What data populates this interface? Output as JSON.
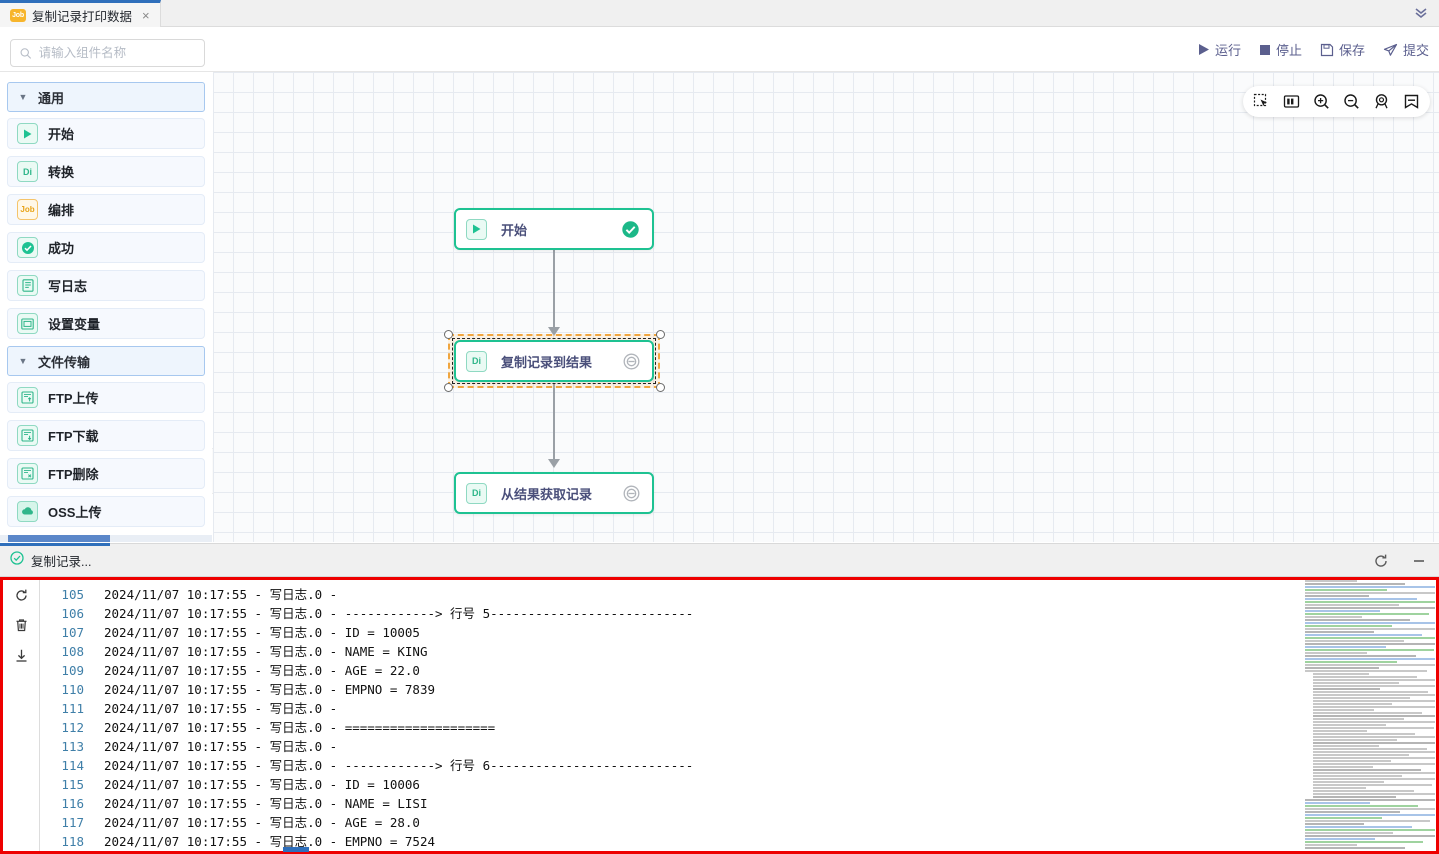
{
  "tab": {
    "badge": "Job",
    "title": "复制记录打印数据",
    "close": "×",
    "collapse_icon": "chevron-double-down"
  },
  "toolbar": {
    "run": "运行",
    "stop": "停止",
    "save": "保存",
    "submit": "提交",
    "accent": "#5b5f8e"
  },
  "search": {
    "placeholder": "请输入组件名称",
    "value": ""
  },
  "palette": {
    "groups": [
      {
        "label": "通用",
        "items": [
          {
            "label": "开始",
            "icon": "play-icon",
            "icon_text": ""
          },
          {
            "label": "转换",
            "icon": "di-icon",
            "icon_text": "Di"
          },
          {
            "label": "编排",
            "icon": "job-icon",
            "icon_text": "Job"
          },
          {
            "label": "成功",
            "icon": "check-circle-icon",
            "icon_text": ""
          },
          {
            "label": "写日志",
            "icon": "log-icon",
            "icon_text": ""
          },
          {
            "label": "设置变量",
            "icon": "variable-icon",
            "icon_text": ""
          }
        ]
      },
      {
        "label": "文件传输",
        "items": [
          {
            "label": "FTP上传",
            "icon": "ftp-upload-icon",
            "icon_text": ""
          },
          {
            "label": "FTP下载",
            "icon": "ftp-download-icon",
            "icon_text": ""
          },
          {
            "label": "FTP删除",
            "icon": "ftp-delete-icon",
            "icon_text": ""
          },
          {
            "label": "OSS上传",
            "icon": "oss-upload-icon",
            "icon_text": ""
          }
        ]
      }
    ]
  },
  "canvas": {
    "tools": [
      "marquee-select-icon",
      "fit-screen-icon",
      "zoom-in-icon",
      "zoom-out-icon",
      "locate-icon",
      "bookmark-icon"
    ],
    "nodes": [
      {
        "label": "开始",
        "icon_text": "",
        "icon": "play-icon",
        "status": "success-check-icon",
        "selected": false
      },
      {
        "label": "复制记录到结果",
        "icon_text": "Di",
        "icon": "di-icon",
        "status": "disabled-circle-icon",
        "selected": true
      },
      {
        "label": "从结果获取记录",
        "icon_text": "Di",
        "icon": "di-icon",
        "status": "disabled-circle-icon",
        "selected": false
      }
    ],
    "node_border_color": "#1ec292",
    "selection_color": "#f0a53e"
  },
  "log": {
    "tab_label": "复制记录...",
    "tab_status_icon": "check-circle-icon",
    "header_actions": [
      "refresh-icon",
      "minimize-icon"
    ],
    "gutter_actions": [
      "reload-icon",
      "delete-icon",
      "download-icon"
    ],
    "border_color": "#ee0000",
    "lines": [
      {
        "n": "105",
        "text": "2024/11/07 10:17:55 - 写日志.0 - "
      },
      {
        "n": "106",
        "text": "2024/11/07 10:17:55 - 写日志.0 - ------------> 行号 5---------------------------"
      },
      {
        "n": "107",
        "text": "2024/11/07 10:17:55 - 写日志.0 - ID = 10005"
      },
      {
        "n": "108",
        "text": "2024/11/07 10:17:55 - 写日志.0 - NAME = KING"
      },
      {
        "n": "109",
        "text": "2024/11/07 10:17:55 - 写日志.0 - AGE = 22.0"
      },
      {
        "n": "110",
        "text": "2024/11/07 10:17:55 - 写日志.0 - EMPNO = 7839"
      },
      {
        "n": "111",
        "text": "2024/11/07 10:17:55 - 写日志.0 - "
      },
      {
        "n": "112",
        "text": "2024/11/07 10:17:55 - 写日志.0 - ===================="
      },
      {
        "n": "113",
        "text": "2024/11/07 10:17:55 - 写日志.0 - "
      },
      {
        "n": "114",
        "text": "2024/11/07 10:17:55 - 写日志.0 - ------------> 行号 6---------------------------"
      },
      {
        "n": "115",
        "text": "2024/11/07 10:17:55 - 写日志.0 - ID = 10006"
      },
      {
        "n": "116",
        "text": "2024/11/07 10:17:55 - 写日志.0 - NAME = LISI"
      },
      {
        "n": "117",
        "text": "2024/11/07 10:17:55 - 写日志.0 - AGE = 28.0"
      },
      {
        "n": "118",
        "text": "2024/11/07 10:17:55 - 写日志.0 - EMPNO = 7524"
      }
    ]
  }
}
